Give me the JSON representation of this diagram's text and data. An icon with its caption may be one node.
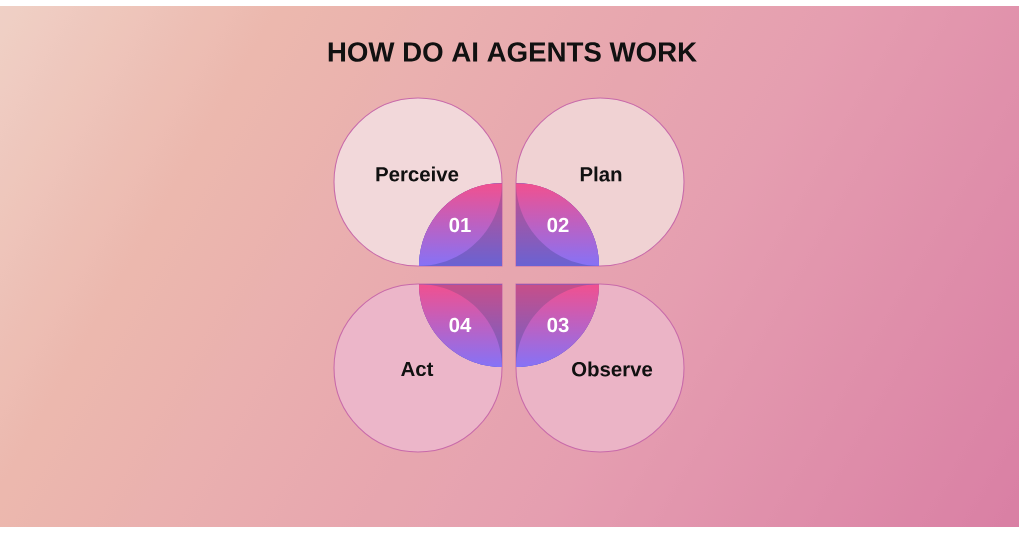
{
  "diagram": {
    "title": "HOW DO AI AGENTS WORK",
    "nodes": [
      {
        "text": [
          "Perceive"
        ]
      },
      {
        "text": [
          "01"
        ],
        "in": 0
      },
      {
        "text": [
          "Plan"
        ]
      },
      {
        "text": [
          "02"
        ],
        "in": 2
      },
      {
        "text": [
          "Observe"
        ]
      },
      {
        "text": [
          "03"
        ],
        "in": 4
      },
      {
        "text": [
          "Act"
        ]
      },
      {
        "text": [
          "04"
        ],
        "in": 6
      }
    ]
  }
}
